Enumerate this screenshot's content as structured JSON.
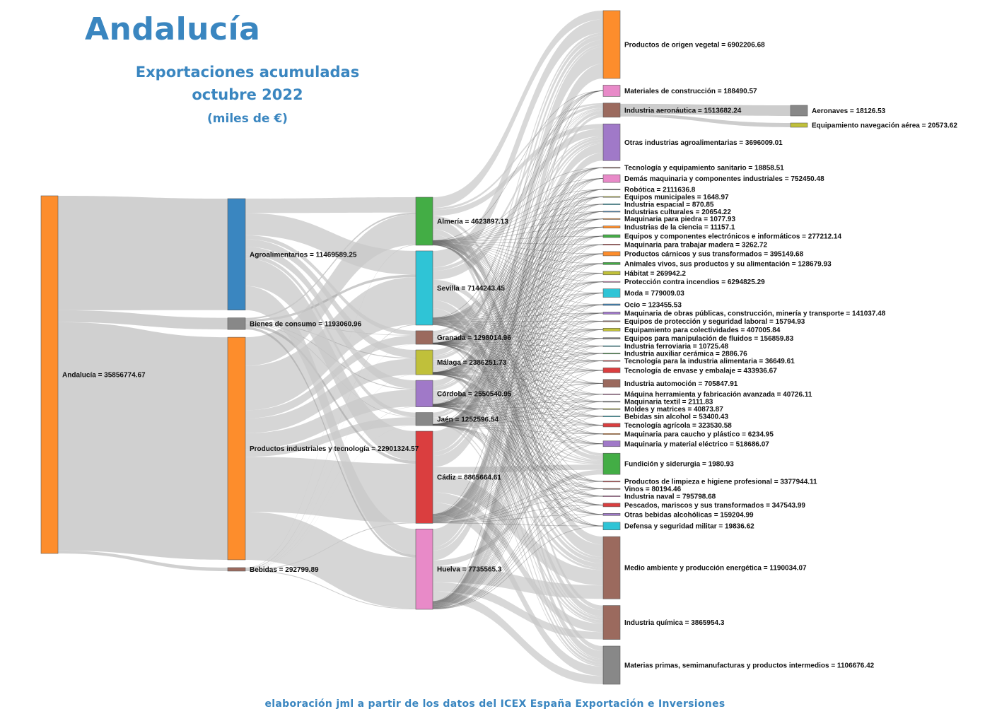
{
  "header": {
    "title": "Andalucía",
    "subtitle_line1": "Exportaciones acumuladas",
    "subtitle_line2": "octubre 2022",
    "units": "(miles de €)"
  },
  "footer": {
    "credit": "elaboración jml a partir de los datos del ICEX España Exportación e Inversiones"
  },
  "colors": {
    "accent": "#3a86c0",
    "link": "#c8c8c8"
  },
  "chart_data": {
    "type": "sankey",
    "value_scale_note": "",
    "nodes": [
      {
        "id": "andalucia",
        "label": "Andalucía = 35856774.67",
        "col": 0,
        "color": "#fd8d2c"
      },
      {
        "id": "agro",
        "label": "Agroalimentarios = 11469589.25",
        "col": 1,
        "color": "#3a86c0"
      },
      {
        "id": "bienes",
        "label": "Bienes de consumo = 1193060.96",
        "col": 1,
        "color": "#888888"
      },
      {
        "id": "industriales",
        "label": "Productos industriales y tecnología = 22901324.57",
        "col": 1,
        "color": "#fd8d2c"
      },
      {
        "id": "bebidas",
        "label": "Bebidas = 292799.89",
        "col": 1,
        "color": "#9b6a5e"
      },
      {
        "id": "almeria",
        "label": "Almería = 4623897.13",
        "col": 2,
        "color": "#43ad45"
      },
      {
        "id": "sevilla",
        "label": "Sevilla = 7144243.45",
        "col": 2,
        "color": "#2fc4d6"
      },
      {
        "id": "granada",
        "label": "Granada = 1298014.96",
        "col": 2,
        "color": "#9b6a5e"
      },
      {
        "id": "malaga",
        "label": "Málaga = 2386251.73",
        "col": 2,
        "color": "#c0c03a"
      },
      {
        "id": "cordoba",
        "label": "Córdoba = 2550540.95",
        "col": 2,
        "color": "#a079c8"
      },
      {
        "id": "jaen",
        "label": "Jaén = 1252596.54",
        "col": 2,
        "color": "#888888"
      },
      {
        "id": "cadiz",
        "label": "Cádiz = 8865664.61",
        "col": 2,
        "color": "#da3e3f"
      },
      {
        "id": "huelva",
        "label": "Huelva = 7735565.3",
        "col": 2,
        "color": "#e88ac8"
      },
      {
        "id": "s1",
        "label": "Productos de origen vegetal = 6902206.68",
        "col": 3,
        "color": "#fd8d2c",
        "size": 96
      },
      {
        "id": "s2",
        "label": "Materiales de construcción = 188490.57",
        "col": 3,
        "color": "#e88ac8",
        "size": 16
      },
      {
        "id": "s3",
        "label": "Industria aeronáutica = 1513682.24",
        "col": 3,
        "color": "#9b6a5e",
        "size": 20
      },
      {
        "id": "s4",
        "label": "Otras industrias agroalimentarias = 3696009.01",
        "col": 3,
        "color": "#a079c8",
        "size": 52
      },
      {
        "id": "s5",
        "label": "Tecnología y equipamiento sanitario = 18858.51",
        "col": 3,
        "color": "#9b6a5e",
        "size": 1
      },
      {
        "id": "s6",
        "label": "Demás maquinaria y componentes industriales = 752450.48",
        "col": 3,
        "color": "#e88ac8",
        "size": 11
      },
      {
        "id": "s7",
        "label": "Robótica = 2111636.8",
        "col": 3,
        "color": "#888888",
        "size": 1
      },
      {
        "id": "s8",
        "label": "Equipos municipales = 1648.97",
        "col": 3,
        "color": "#c0c03a",
        "size": 1
      },
      {
        "id": "s9",
        "label": "Industria espacial = 870.85",
        "col": 3,
        "color": "#2fc4d6",
        "size": 1
      },
      {
        "id": "s10",
        "label": "Industrias culturales = 20654.22",
        "col": 3,
        "color": "#3a86c0",
        "size": 1
      },
      {
        "id": "s11",
        "label": "Maquinaria para piedra = 1077.93",
        "col": 3,
        "color": "#fd8d2c",
        "size": 1
      },
      {
        "id": "s12",
        "label": "Industrias de la ciencia = 11157.1",
        "col": 3,
        "color": "#fd8d2c",
        "size": 3
      },
      {
        "id": "s13",
        "label": "Equipos y componentes electrónicos e informáticos = 277212.14",
        "col": 3,
        "color": "#43ad45",
        "size": 4
      },
      {
        "id": "s14",
        "label": "Maquinaria para trabajar madera = 3262.72",
        "col": 3,
        "color": "#da3e3f",
        "size": 1
      },
      {
        "id": "s15",
        "label": "Productos cárnicos y sus transformados = 395149.68",
        "col": 3,
        "color": "#fd8d2c",
        "size": 6
      },
      {
        "id": "s16",
        "label": "Animales vivos, sus productos y su alimentación = 128679.93",
        "col": 3,
        "color": "#43ad45",
        "size": 3
      },
      {
        "id": "s17",
        "label": "Hábitat = 269942.2",
        "col": 3,
        "color": "#c0c03a",
        "size": 5
      },
      {
        "id": "s18",
        "label": "Protección contra incendios = 6294825.29",
        "col": 3,
        "color": "#e88ac8",
        "size": 1
      },
      {
        "id": "s19",
        "label": "Moda = 779009.03",
        "col": 3,
        "color": "#2fc4d6",
        "size": 12
      },
      {
        "id": "s20",
        "label": "Ocio = 123455.53",
        "col": 3,
        "color": "#3a86c0",
        "size": 2
      },
      {
        "id": "s21",
        "label": "Maquinaria de obras públicas, construcción, minería y transporte = 141037.48",
        "col": 3,
        "color": "#a079c8",
        "size": 3
      },
      {
        "id": "s22",
        "label": "Equipos de protección y seguridad laboral = 15794.93",
        "col": 3,
        "color": "#9b6a5e",
        "size": 1
      },
      {
        "id": "s23",
        "label": "Equipamiento para colectividades = 407005.84",
        "col": 3,
        "color": "#c0c03a",
        "size": 4
      },
      {
        "id": "s24",
        "label": "Equipos para manipulación de fluidos = 156859.83",
        "col": 3,
        "color": "#888888",
        "size": 2
      },
      {
        "id": "s25",
        "label": "Industria ferroviaria = 10725.48",
        "col": 3,
        "color": "#2fc4d6",
        "size": 1
      },
      {
        "id": "s26",
        "label": "Industria auxiliar cerámica = 2886.76",
        "col": 3,
        "color": "#43ad45",
        "size": 1
      },
      {
        "id": "s27",
        "label": "Tecnología para la industria alimentaria = 36649.61",
        "col": 3,
        "color": "#da3e3f",
        "size": 1
      },
      {
        "id": "s28",
        "label": "Tecnología de envase y embalaje = 433936.67",
        "col": 3,
        "color": "#da3e3f",
        "size": 7
      },
      {
        "id": "s29",
        "label": "Industria automoción = 705847.91",
        "col": 3,
        "color": "#9b6a5e",
        "size": 11
      },
      {
        "id": "s30",
        "label": "Máquina herramienta y fabricación avanzada = 40726.11",
        "col": 3,
        "color": "#e88ac8",
        "size": 1
      },
      {
        "id": "s31",
        "label": "Maquinaria textil = 2111.83",
        "col": 3,
        "color": "#888888",
        "size": 1
      },
      {
        "id": "s32",
        "label": "Moldes y matrices = 40873.87",
        "col": 3,
        "color": "#c0c03a",
        "size": 1
      },
      {
        "id": "s33",
        "label": "Bebidas sin alcohol = 53400.43",
        "col": 3,
        "color": "#2fc4d6",
        "size": 1
      },
      {
        "id": "s34",
        "label": "Tecnología agrícola = 323530.58",
        "col": 3,
        "color": "#da3e3f",
        "size": 5
      },
      {
        "id": "s35",
        "label": "Maquinaria para caucho y plástico = 6234.95",
        "col": 3,
        "color": "#fd8d2c",
        "size": 1
      },
      {
        "id": "s36",
        "label": "Maquinaria y material eléctrico = 518686.07",
        "col": 3,
        "color": "#a079c8",
        "size": 8
      },
      {
        "id": "s37",
        "label": "Fundición y siderurgia = 1980.93",
        "col": 3,
        "color": "#43ad45",
        "size": 30
      },
      {
        "id": "s38",
        "label": "Productos de limpieza e higiene profesional = 3377944.11",
        "col": 3,
        "color": "#da3e3f",
        "size": 1
      },
      {
        "id": "s39",
        "label": "Vinos = 80194.46",
        "col": 3,
        "color": "#9b6a5e",
        "size": 1
      },
      {
        "id": "s40",
        "label": "Industria naval = 795798.68",
        "col": 3,
        "color": "#e88ac8",
        "size": 1
      },
      {
        "id": "s41",
        "label": "Pescados, mariscos y sus transformados = 347543.99",
        "col": 3,
        "color": "#da3e3f",
        "size": 5
      },
      {
        "id": "s42",
        "label": "Otras bebidas alcohólicas = 159204.99",
        "col": 3,
        "color": "#a079c8",
        "size": 3
      },
      {
        "id": "s43",
        "label": "Defensa y seguridad militar = 19836.62",
        "col": 3,
        "color": "#2fc4d6",
        "size": 11
      },
      {
        "id": "s44",
        "label": "Medio ambiente y producción energética = 1190034.07",
        "col": 3,
        "color": "#9b6a5e",
        "size": 88
      },
      {
        "id": "s45",
        "label": "Industria química = 3865954.3",
        "col": 3,
        "color": "#9b6a5e",
        "size": 48
      },
      {
        "id": "s46",
        "label": "Materias primas, semimanufacturas y productos intermedios = 1106676.42",
        "col": 3,
        "color": "#888888",
        "size": 54
      },
      {
        "id": "aeronaves",
        "label": "Aeronaves = 18126.53",
        "col": 4,
        "color": "#888888",
        "size": 14
      },
      {
        "id": "navegacion",
        "label": "Equipamiento navegación aérea = 20573.62",
        "col": 4,
        "color": "#c0c03a",
        "size": 6
      }
    ],
    "links": [
      {
        "source": "andalucia",
        "target": "agro",
        "value": 11469589.25
      },
      {
        "source": "andalucia",
        "target": "bienes",
        "value": 1193060.96
      },
      {
        "source": "andalucia",
        "target": "industriales",
        "value": 22901324.57
      },
      {
        "source": "andalucia",
        "target": "bebidas",
        "value": 292799.89
      },
      {
        "source": "s3",
        "target": "aeronaves",
        "value": 18126.53
      },
      {
        "source": "s3",
        "target": "navegacion",
        "value": 20573.62
      }
    ]
  }
}
